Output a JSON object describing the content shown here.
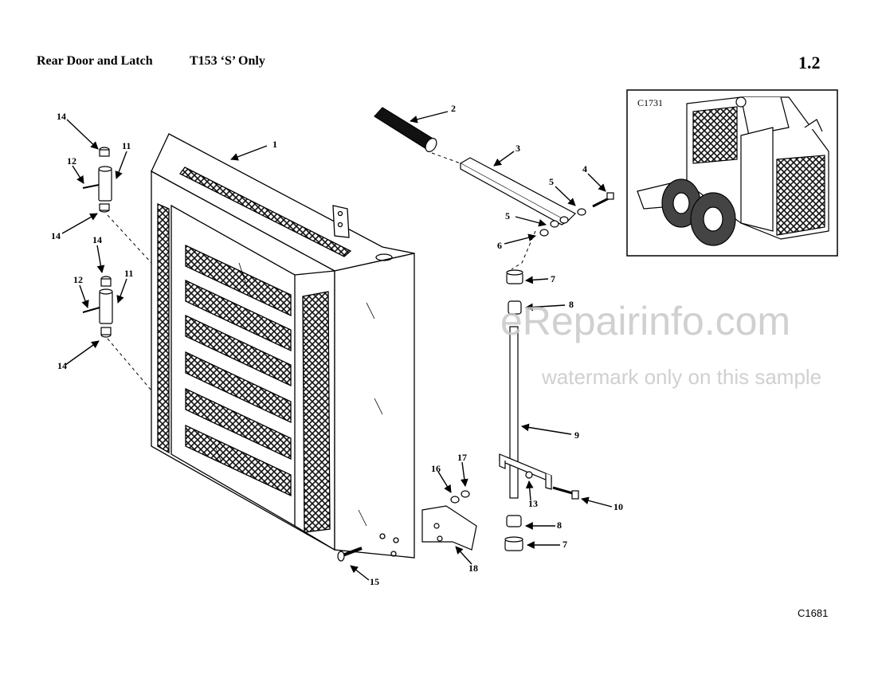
{
  "header": {
    "title": "Rear Door and Latch",
    "model": "T153 ‘S’ Only",
    "section": "1.2"
  },
  "inset": {
    "code": "C1731"
  },
  "figure_code": "C1681",
  "callouts": [
    "1",
    "2",
    "3",
    "4",
    "5",
    "5",
    "6",
    "7",
    "8",
    "9",
    "10",
    "11",
    "12",
    "14",
    "14",
    "11",
    "12",
    "14",
    "14",
    "13",
    "8",
    "7",
    "16",
    "17",
    "18",
    "15"
  ],
  "watermark": {
    "line1": "eRepairinfo.com",
    "line2": "watermark only on this sample"
  }
}
